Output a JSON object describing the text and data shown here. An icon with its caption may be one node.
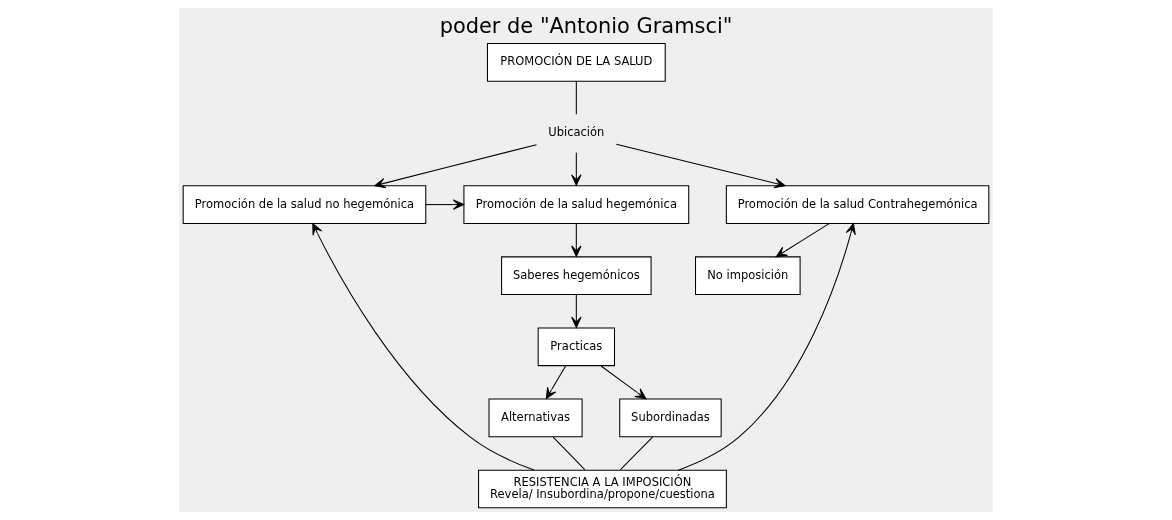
{
  "diagram": {
    "title": "poder de \"Antonio Gramsci\"",
    "nodes": [
      {
        "text": [
          "PROMOCIÓN DE LA SALUD"
        ]
      },
      {
        "text": [
          "Ubicación"
        ]
      },
      {
        "text": [
          "Promoción de la salud hegemónica"
        ]
      },
      {
        "text": [
          "Promoción de la salud no hegemónica"
        ]
      },
      {
        "text": [
          "Promoción de la salud Contrahegemónica"
        ]
      },
      {
        "text": [
          "Saberes hegemónicos"
        ]
      },
      {
        "text": [
          "Practicas"
        ]
      },
      {
        "text": [
          "Alternativas"
        ]
      },
      {
        "text": [
          "Subordinadas"
        ]
      },
      {
        "text": [
          "No imposición"
        ]
      },
      {
        "text": [
          "RESISTENCIA A LA IMPOSICIÓN",
          "Revela/ Insubordina/propone/cuestiona"
        ]
      }
    ],
    "edges": [
      {
        "from": 0,
        "to": 1,
        "arrow": "none"
      },
      {
        "from": 1,
        "to": 2,
        "arrow": "to"
      },
      {
        "from": 1,
        "to": 3,
        "arrow": "to"
      },
      {
        "from": 1,
        "to": 4,
        "arrow": "to"
      },
      {
        "from": 3,
        "to": 2,
        "arrow": "to"
      },
      {
        "from": 2,
        "to": 5,
        "arrow": "to"
      },
      {
        "from": 5,
        "to": 6,
        "arrow": "to"
      },
      {
        "from": 6,
        "to": 7,
        "arrow": "to"
      },
      {
        "from": 6,
        "to": 8,
        "arrow": "to"
      },
      {
        "from": 4,
        "to": 9,
        "arrow": "to"
      },
      {
        "from": 10,
        "to": 3,
        "arrow": "to"
      },
      {
        "from": 10,
        "to": 4,
        "arrow": "to"
      },
      {
        "from": 7,
        "to": 10,
        "arrow": "none"
      },
      {
        "from": 8,
        "to": 10,
        "arrow": "none"
      }
    ]
  }
}
